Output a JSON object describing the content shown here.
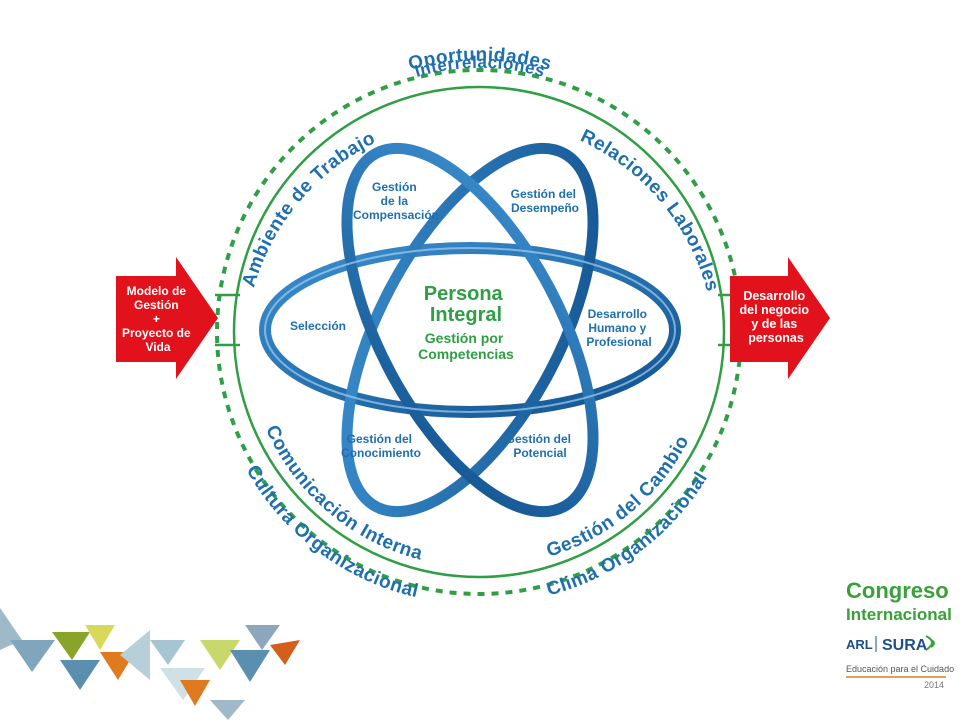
{
  "diagram": {
    "outer_top": "Oportunidades",
    "inner_top": "Interrelaciones",
    "left_upper": "Ambiente de Trabajo",
    "right_upper": "Relaciones Laborales",
    "left_lower_inner": "Comunicación Interna",
    "left_lower_outer": "Cultura Organizacional",
    "right_lower_inner": "Gestión del Cambio",
    "right_lower_outer": "Clima Organizacional",
    "left_arrow": [
      "Modelo de",
      "Gestión",
      "+",
      "Proyecto de",
      "Vida"
    ],
    "right_arrow": [
      "Desarrollo",
      "del negocio",
      "y de las",
      "personas"
    ],
    "center_title": [
      "Persona",
      "Integral"
    ],
    "center_subtitle": [
      "Gestión por",
      "Competencias"
    ],
    "nodes": {
      "compensacion": [
        "Gestión",
        "de la",
        "Compensación"
      ],
      "desempeno": [
        "Gestión del",
        "Desempeño"
      ],
      "seleccion": [
        "Selección"
      ],
      "desarrollo": [
        "Desarrollo",
        "Humano y",
        "Profesional"
      ],
      "conocimiento": [
        "Gestión del",
        "Conocimiento"
      ],
      "potencial": [
        "Gestión del",
        "Potencial"
      ]
    }
  },
  "logo": {
    "line1": "Congreso",
    "line2": "Internacional",
    "arl": "ARL",
    "sura": "SURA",
    "tagline": "Educación para el Cuidado",
    "year": "2014"
  },
  "colors": {
    "blue": "#1f6fae",
    "green": "#2f9e44",
    "red": "#e1121b"
  }
}
